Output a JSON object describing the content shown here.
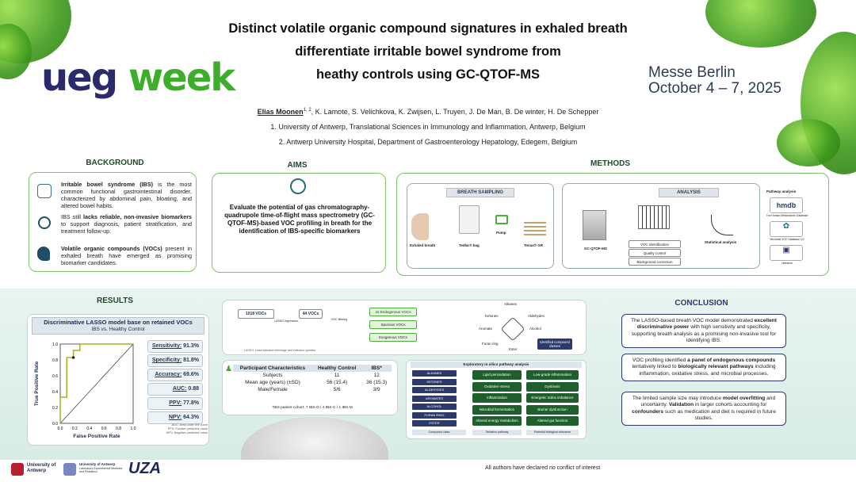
{
  "title_lines": [
    "Distinct volatile organic compound signatures in exhaled breath",
    "differentiate irritable bowel syndrome from",
    "heathy controls using GC-QTOF-MS"
  ],
  "logo": {
    "part1": "ueg",
    "part2": "week"
  },
  "venue": {
    "city": "Messe Berlin",
    "dates": "October 4 – 7, 2025"
  },
  "authors": {
    "first": "Elias Moonen",
    "first_sup": "1, 2",
    "rest": ", K. Lamote, S. Velichkova, K. Zwijsen, L. Truyen, J. De Man, B. De winter, H. De Schepper",
    "aff1": "1.   University of Antwerp, Translational Sciences in Immunology and Inflammation, Antwerp, Belgium",
    "aff2": "2.   Antwerp University Hospital, Department of Gastroenterology Hepatology, Edegem, Belgium"
  },
  "background": {
    "heading": "BACKGROUND",
    "p1_bold": "Irritable bowel syndrome (IBS)",
    "p1": " is the most common functional gastrointestinal disorder, characterized by abdominal pain, bloating, and altered bowel habits.",
    "p2_a": "IBS still ",
    "p2_bold": "lacks reliable, non-invasive biomarkers",
    "p2_b": " to support diagnosis, patient stratification, and treatment follow-up.",
    "p3_bold": "Volatile organic compounds (VOCs)",
    "p3": " present in exhaled breath have emerged as promising biomarker candidates."
  },
  "aims": {
    "heading": "AIMS",
    "text": "Evaluate the potential of gas chromatography-quadrupole time-of-flight mass spectrometry (GC-QTOF-MS)-based VOC profiling in breath for the identification of IBS-specific biomarkers"
  },
  "methods": {
    "heading": "METHODS",
    "breath_sampling": "BREATH SAMPLING",
    "analysis": "ANALYSIS",
    "steps": [
      "Exhaled breath",
      "Tedlar® bag",
      "Pump",
      "Tenax® GR",
      "GC-QTOF-MS",
      "Statistical analysis"
    ],
    "gc_boxes": [
      "VOC identification",
      "Quality control",
      "Background correction"
    ],
    "pathway": {
      "label": "Pathway analysis",
      "db1": "hmdb",
      "db1_sub": "The Human Metabolome Database",
      "db2": "Microbial VOC Database 4.0",
      "db3": "Literature"
    }
  },
  "results": {
    "heading": "RESULTS",
    "lasso_title": "Discriminative LASSO model base on retained VOCs",
    "lasso_sub": "IBS vs. Healthy Control",
    "ylabel": "True Positive Rate",
    "xlabel": "False Positive Rate",
    "stats": [
      {
        "label": "Sensitivity:",
        "value": "91.3%"
      },
      {
        "label": "Specificity:",
        "value": "81.8%"
      },
      {
        "label": "Accuracy:",
        "value": "69.6%"
      },
      {
        "label": "AUC:",
        "value": "0.88"
      },
      {
        "label": "PPV:",
        "value": "77.8%"
      },
      {
        "label": "NPV:",
        "value": "64.3%"
      }
    ],
    "abbrev": [
      "AUC: Area under the curve",
      "PPV: Positive predictive value",
      "NPV: Negative predictive value"
    ],
    "flow": {
      "vocs1": "1018 VOCs",
      "lasso": "LASSO regression",
      "vocs2": "44 VOCs",
      "filter": "VOC filtering",
      "endo": "15 Endogenous VOCs",
      "spurious": "Spurious VOCs",
      "exogenous": "Exogenous VOCs",
      "footnote": "LASSO: Least absolute shrinkage and selection operator",
      "classes": [
        "Alkanes",
        "Ketones",
        "Aldehydes",
        "Aromate",
        "Alcohol",
        "Furan ring",
        "Ester"
      ],
      "identified": "Identified compound classes"
    },
    "participants": {
      "headers": [
        "Participant Characteristics",
        "Healthy Control",
        "IBS*"
      ],
      "rows": [
        [
          "Subjects",
          "11",
          "12"
        ],
        [
          "Mean age (years) (±SD)",
          "56 (15.4)",
          "36 (15.3)"
        ],
        [
          "Male/Female",
          "5/6",
          "3/9"
        ]
      ],
      "note": "*IBS patient cohort: 7 IBS-D / 4 IBS-C / 1 IBS-M"
    },
    "pathway": {
      "title": "Exploratory in silico pathway analysis",
      "classes": [
        "ALKANES",
        "KETONES",
        "ALDEHYDES",
        "AROMATES",
        "ALCOHOL",
        "FURAN RING",
        "ESTER"
      ],
      "tentative": [
        "Lipid peroxidation",
        "Oxidative stress",
        "Inflammation",
        "Microbial fermentation",
        "Altered energy metabolism"
      ],
      "relevance": [
        "Low-grade inflammation",
        "Dysbiosis",
        "Energetic redox imbalance",
        "Barrier dysfunction",
        "Altered gut function"
      ],
      "footer": [
        "Compound class",
        "Tentative pathway",
        "Potential biological relevance"
      ]
    }
  },
  "conclusion": {
    "heading": "CONCLUSION",
    "b1_a": "The LASSO-based breath VOC model demonstrated ",
    "b1_bold": "excellent discriminative power",
    "b1_b": " with high sensitivity and specificity, supporting breath analysis as a promising non-invasive tool for identifying IBS.",
    "b2_a": "VOC profiling identified ",
    "b2_bold1": "a panel of endogenous compounds",
    "b2_b": " tentatively linked to ",
    "b2_bold2": "biologically relevant pathways",
    "b2_c": " including inflammation, oxidative stress, and microbial processes.",
    "b3_a": "The limited sample size may introduce ",
    "b3_bold1": "model overfitting",
    "b3_b": " and uncertainty. ",
    "b3_bold2": "Validation",
    "b3_c": " in larger cohorts accounting for ",
    "b3_bold3": "confounders",
    "b3_d": " such as medication and diet is required in future studies."
  },
  "footer": {
    "uni1": "University of Antwerp",
    "uni2": "University of Antwerp",
    "uni2_sub": "Laboratory Experimental Medicine and Pediatrics",
    "uza": "UZA",
    "coi": "All authors have declared no  conflict of interest"
  },
  "chart_data": {
    "type": "line",
    "title": "Discriminative LASSO model base on retained VOCs",
    "subtitle": "IBS vs. Healthy Control",
    "xlabel": "False Positive Rate",
    "ylabel": "True Positive Rate",
    "xlim": [
      0,
      1
    ],
    "ylim": [
      0,
      1
    ],
    "ticks": [
      0.0,
      0.2,
      0.4,
      0.6,
      0.8,
      1.0
    ],
    "series": [
      {
        "x": [
          0,
          0,
          0.09,
          0.09,
          0.18,
          0.18,
          0.27,
          0.27,
          1.0
        ],
        "y": [
          0,
          0.33,
          0.33,
          0.83,
          0.83,
          0.92,
          0.92,
          1.0,
          1.0
        ]
      }
    ],
    "highlight_point": {
      "x": 0.18,
      "y": 0.83
    },
    "diagonal": true,
    "grid": false,
    "colors": {
      "roc": "#a7b020",
      "diagonal": "#333333"
    }
  }
}
